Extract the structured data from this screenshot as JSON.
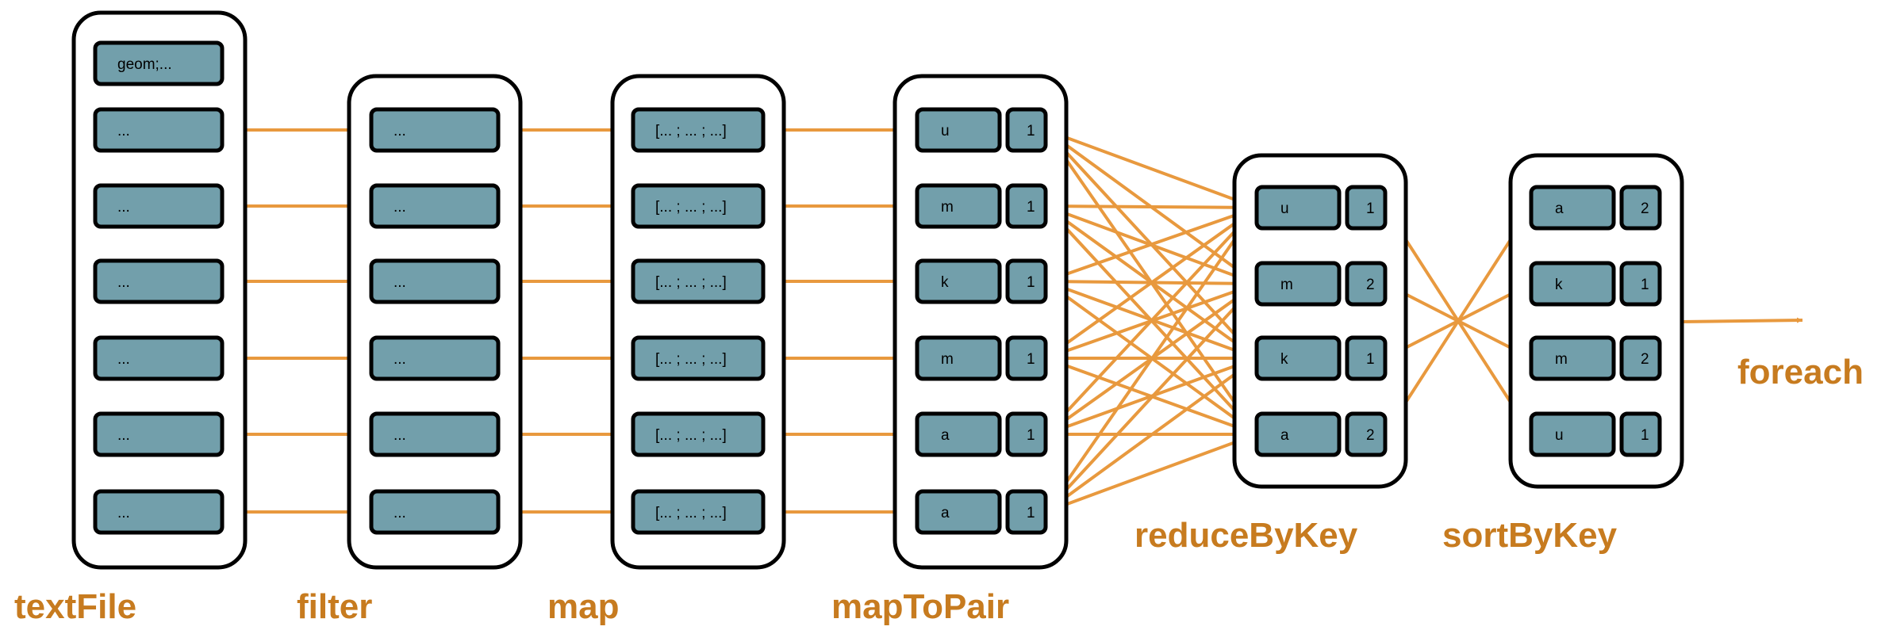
{
  "colors": {
    "accent": "#e8993e",
    "label": "#c77b1f",
    "cell_fill": "#729fab",
    "border": "#000000"
  },
  "stages": {
    "textFile": {
      "label": "textFile",
      "cells": [
        "geom;...",
        "...",
        "...",
        "...",
        "...",
        "...",
        "..."
      ]
    },
    "filter": {
      "label": "filter",
      "cells": [
        "...",
        "...",
        "...",
        "...",
        "...",
        "..."
      ]
    },
    "map": {
      "label": "map",
      "cells": [
        "[... ; ... ; ...]",
        "[... ; ... ; ...]",
        "[... ; ... ; ...]",
        "[... ; ... ; ...]",
        "[... ; ... ; ...]",
        "[... ; ... ; ...]"
      ]
    },
    "mapToPair": {
      "label": "mapToPair",
      "pairs": [
        {
          "key": "u",
          "value": "1"
        },
        {
          "key": "m",
          "value": "1"
        },
        {
          "key": "k",
          "value": "1"
        },
        {
          "key": "m",
          "value": "1"
        },
        {
          "key": "a",
          "value": "1"
        },
        {
          "key": "a",
          "value": "1"
        }
      ]
    },
    "reduceByKey": {
      "label": "reduceByKey",
      "pairs": [
        {
          "key": "u",
          "value": "1"
        },
        {
          "key": "m",
          "value": "2"
        },
        {
          "key": "k",
          "value": "1"
        },
        {
          "key": "a",
          "value": "2"
        }
      ]
    },
    "sortByKey": {
      "label": "sortByKey",
      "pairs": [
        {
          "key": "a",
          "value": "2"
        },
        {
          "key": "k",
          "value": "1"
        },
        {
          "key": "m",
          "value": "2"
        },
        {
          "key": "u",
          "value": "1"
        }
      ]
    },
    "foreach": {
      "label": "foreach"
    }
  }
}
